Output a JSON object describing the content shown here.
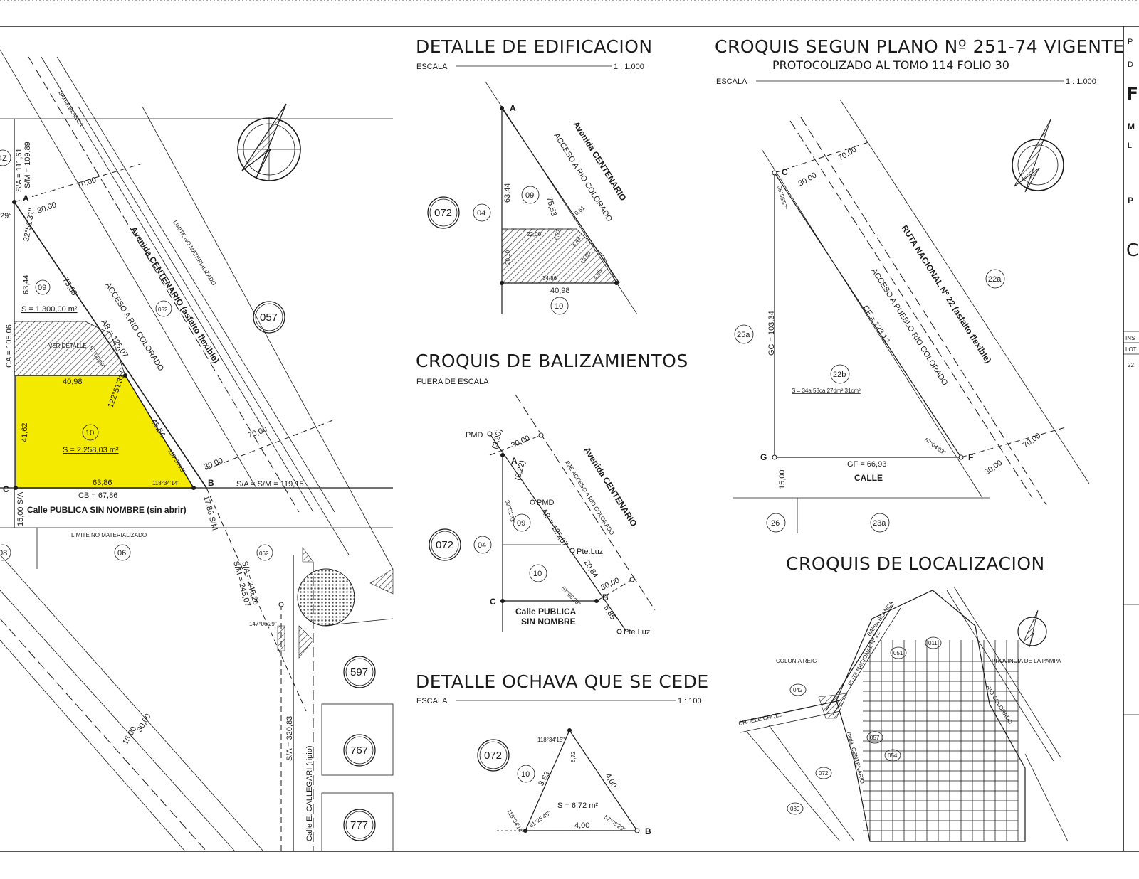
{
  "sections": {
    "edificacion": {
      "title": "DETALLE DE EDIFICACION",
      "scale_label": "ESCALA",
      "scale": "1 : 1.000"
    },
    "plano": {
      "title": "CROQUIS SEGUN PLANO Nº 251-74 VIGENTE",
      "subtitle": "PROTOCOLIZADO AL TOMO 114  FOLIO 30",
      "scale_label": "ESCALA",
      "scale": "1 : 1.000"
    },
    "balizamientos": {
      "title": "CROQUIS DE BALIZAMIENTOS",
      "scale_note": "FUERA DE ESCALA"
    },
    "ochava": {
      "title": "DETALLE OCHAVA QUE SE CEDE",
      "scale_label": "ESCALA",
      "scale": "1 : 100"
    },
    "localizacion": {
      "title": "CROQUIS DE LOCALIZACION"
    }
  },
  "main_plan": {
    "roads": {
      "avenida": "Avenida CENTENARIO (asfalto flexible)",
      "acceso": "ACCESO A RIO COLORADO",
      "calle_publica": "Calle PUBLICA SIN NOMBRE (sin abrir)",
      "calle_callegari": "Calle E. CALLEGARI (ripio)",
      "limite_top": "LIMITE NO MATERIALIZADO",
      "limite_bottom": "LIMITE NO MATERIALIZADO",
      "bahia_blanca": "BAHIA BLANCA"
    },
    "measures": {
      "sa_sm_top_1": "S/A = 111,61",
      "sa_sm_top_2": "S/M = 109,89",
      "ang_a": "32°51'31\"",
      "d_63_44": "63,44",
      "d_75_53": "75,53",
      "area_09": "S = 1.300,00 m²",
      "ca": "CA = 105,06",
      "ab": "AB = 125,07",
      "ang_57": "57°08'29\"",
      "d_40_98": "40,98",
      "ang_122": "122°51'31\"",
      "d_41_62": "41,62",
      "d_45_54": "45,54",
      "area_10": "S = 2.258,03 m²",
      "ang_118a": "118°34'15\"",
      "d_63_86": "63,86",
      "ang_118b": "118°34'14\"",
      "cb": "CB = 67,86",
      "sa_sm_b": "S/A = S/M = 119,15",
      "d_30_00a": "30,00",
      "d_70_00a": "70,00",
      "d_30_00b": "30,00",
      "d_70_00b": "70,00",
      "d_15_00": "15,00 S/A",
      "d_17_86": "17,86 S/M",
      "sa_246": "S/A = 246,26",
      "sm_245": "S/M = 245,07",
      "ang_147": "147°06'29\"",
      "sa_320": "S/A = 320,83",
      "d_15_00c": "15,00",
      "d_30_00c": "30,00",
      "ver_detalle": "VER DETALLE",
      "ang_29": "29°"
    },
    "parcels": [
      "09",
      "10",
      "052",
      "057",
      "06",
      "062",
      "08",
      "597",
      "767",
      "777",
      "4Z"
    ],
    "points": [
      "A",
      "B",
      "C"
    ]
  },
  "edificacion": {
    "points": [
      "A"
    ],
    "measures": [
      "63,44",
      "75,53",
      "0,61",
      "22,00",
      "4,97",
      "4,42",
      "15,95",
      "20,10",
      "34,86",
      "4,48",
      "40,98"
    ],
    "road_1": "Avenida CENTENARIO",
    "road_2": "ACCESO A RIO COLORADO",
    "circles": [
      "072",
      "04",
      "09",
      "10"
    ]
  },
  "plano": {
    "points": [
      "C",
      "G",
      "F"
    ],
    "measures": {
      "d30": "30,00",
      "d70": "70,00",
      "ang_c": "35°55'57\"",
      "gc": "GC = 103,34",
      "cf": "CF = 123,12",
      "ang_f": "57°04'03\"",
      "gf": "GF = 66,93",
      "d15": "15,00",
      "d30b": "30,00",
      "d70b": "70,00"
    },
    "road_1": "RUTA NACIONAL Nº 22 (asfalto flexible)",
    "road_2": "ACCESO A PUEBLO RIO COLORADO",
    "calle": "CALLE",
    "area": "S = 34a 58ca 27dm² 31cm²",
    "circles": [
      "22a",
      "25a",
      "22b",
      "26",
      "23a"
    ]
  },
  "balizamientos": {
    "pmd_1": "PMD",
    "d_3_90": "(3,90)",
    "d_30": "30,00",
    "pt_a": "A",
    "d_8_22": "(8,22)",
    "ang": "32°51'31\"",
    "pmd_2": "PMD",
    "ab": "AB = 125,07",
    "pte_1": "Pte.Luz",
    "d_20_84": "20,84",
    "d_30b": "30,00",
    "ang_b": "57°08'29\"",
    "pt_b": "B",
    "d_6_85": "6,85",
    "pte_2": "Pte.Luz",
    "pt_c": "C",
    "calle_1": "Calle PUBLICA",
    "calle_2": "SIN NOMBRE",
    "road": "Avenida CENTENARIO",
    "eje": "EJE ACCESO A RIO COLORADO",
    "circles": [
      "072",
      "04",
      "09",
      "10"
    ]
  },
  "ochava": {
    "ang_top": "118°34'15\"",
    "d_6_72": "6,72",
    "d_3_63": "3,63",
    "d_4_00a": "4,00",
    "area": "S = 6,72 m²",
    "ang_left": "61°25'45\"",
    "ang_right": "57°08'29\"",
    "ang_far": "118°34'14\"",
    "d_4_00b": "4,00",
    "pt_b": "B",
    "circles": [
      "072",
      "10"
    ]
  },
  "localizacion": {
    "colonia": "COLONIA REIG",
    "pampa": "PROVINCIA DE LA PAMPA",
    "bahia": "BAHIA BLANCA",
    "ruta": "RUTA NACIONAL Nº 22",
    "rio": "RIO COLORADO",
    "choele": "CHOELE CHOEL",
    "centenario": "Avda. CENTENARIO",
    "codes": [
      "011",
      "051",
      "042",
      "057",
      "054",
      "072",
      "089"
    ]
  },
  "right_strip": {
    "letters": [
      "P",
      "D",
      "F",
      "M",
      "L",
      "P",
      "C"
    ],
    "table": [
      "INS",
      "LOT",
      "22"
    ]
  },
  "colors": {
    "highlight": "#f4ea00",
    "ink": "#1a1a1a"
  }
}
